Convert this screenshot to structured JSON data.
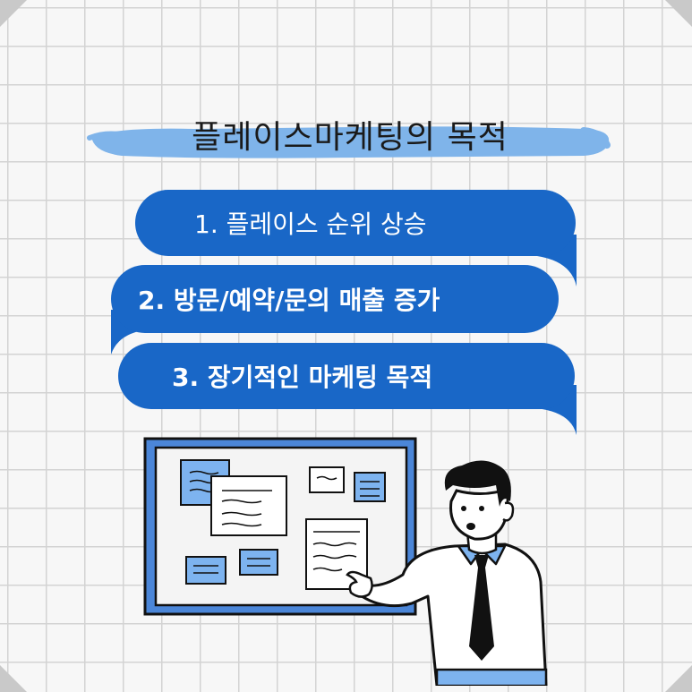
{
  "title": "플레이스마케팅의 목적",
  "items": [
    {
      "label": "1. 플레이스 순위 상승"
    },
    {
      "label": "2. 방문/예약/문의 매출 증가"
    },
    {
      "label": "3. 장기적인 마케팅 목적"
    }
  ],
  "colors": {
    "bubble": "#1967c7",
    "highlight": "#7fb4ea",
    "board_frame": "#4b86d8",
    "note_blue": "#7db3ef",
    "background": "#f7f7f7",
    "grid_line": "#d3d3d3"
  },
  "illustration": {
    "icons": [
      "bulletin-board-icon",
      "presenter-man-icon"
    ]
  }
}
